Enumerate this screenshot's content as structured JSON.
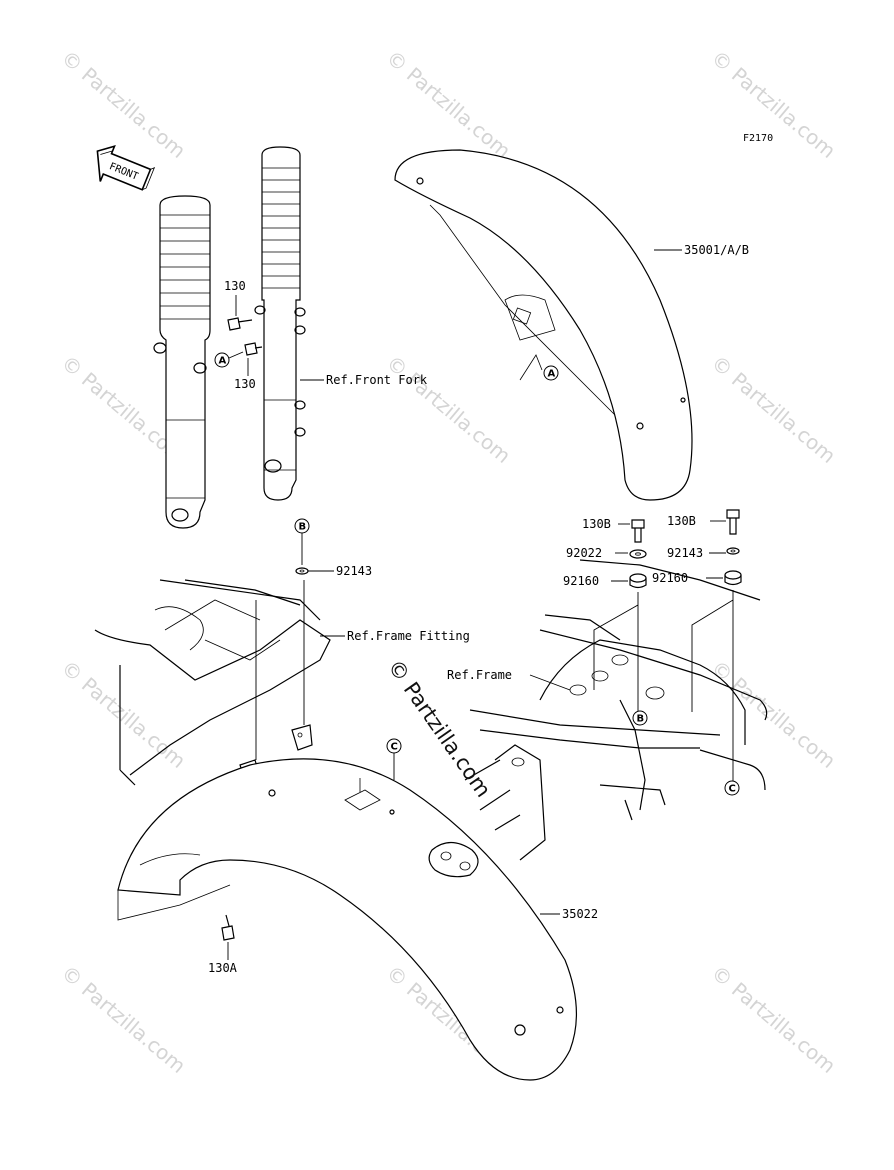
{
  "figure_code": "F2170",
  "front_arrow_label": "FRONT",
  "watermark": "© Partzilla.com",
  "callouts": {
    "front_fender": "35001/A/B",
    "rear_fender": "35022",
    "ref_front_fork": "Ref.Front Fork",
    "ref_frame_fitting": "Ref.Frame Fitting",
    "ref_frame": "Ref.Frame",
    "bolt_130_top": "130",
    "bolt_130_bottom": "130",
    "bolt_130a": "130A",
    "bolt_130b_left": "130B",
    "bolt_130b_right": "130B",
    "washer_92143_left": "92143",
    "washer_92143_right": "92143",
    "washer_92022": "92022",
    "grommet_92160_left": "92160",
    "grommet_92160_right": "92160"
  },
  "markers": {
    "a_fork": "A",
    "a_fender": "A",
    "b_top": "B",
    "b_frame": "B",
    "c_fender": "C",
    "c_frame": "C"
  }
}
